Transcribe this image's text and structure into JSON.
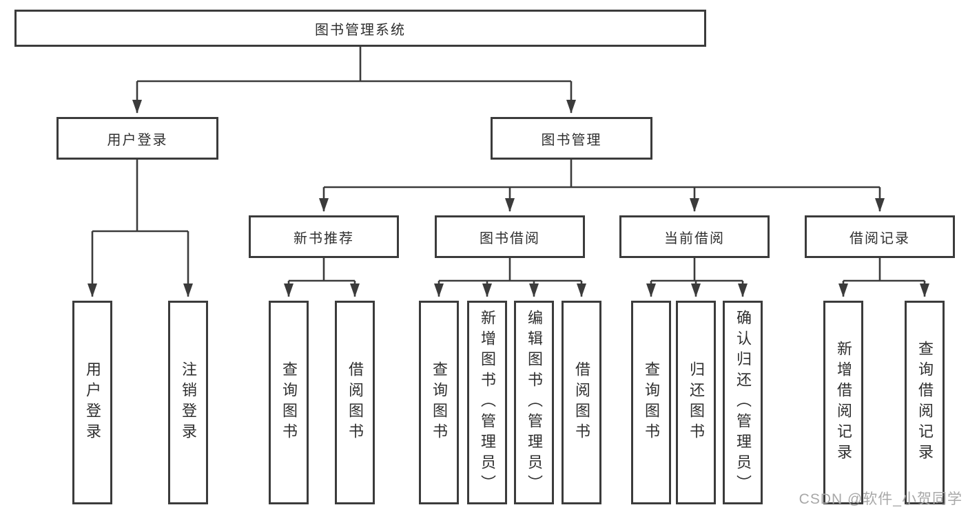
{
  "diagram": {
    "title": "图书管理系统",
    "root": {
      "label": "图书管理系统"
    },
    "level2": [
      {
        "label": "用户登录"
      },
      {
        "label": "图书管理"
      }
    ],
    "level3": [
      {
        "label": "新书推荐"
      },
      {
        "label": "图书借阅"
      },
      {
        "label": "当前借阅"
      },
      {
        "label": "借阅记录"
      }
    ],
    "leaves": {
      "login": [
        {
          "label": "用户登录"
        },
        {
          "label": "注销登录"
        }
      ],
      "recommend": [
        {
          "label": "查询图书"
        },
        {
          "label": "借阅图书"
        }
      ],
      "borrow": [
        {
          "label": "查询图书"
        },
        {
          "label": "新增图书（管理员）"
        },
        {
          "label": "编辑图书（管理员）"
        },
        {
          "label": "借阅图书"
        }
      ],
      "current": [
        {
          "label": "查询图书"
        },
        {
          "label": "归还图书"
        },
        {
          "label": "确认归还（管理员）"
        }
      ],
      "records": [
        {
          "label": "新增借阅记录"
        },
        {
          "label": "查询借阅记录"
        }
      ]
    },
    "watermark": "CSDN @软件_小贺同学",
    "colors": {
      "border": "#3b3b3b",
      "line": "#3b3b3b",
      "text": "#2f2f2f",
      "watermark": "#a8a8a8",
      "background": "#ffffff"
    }
  }
}
